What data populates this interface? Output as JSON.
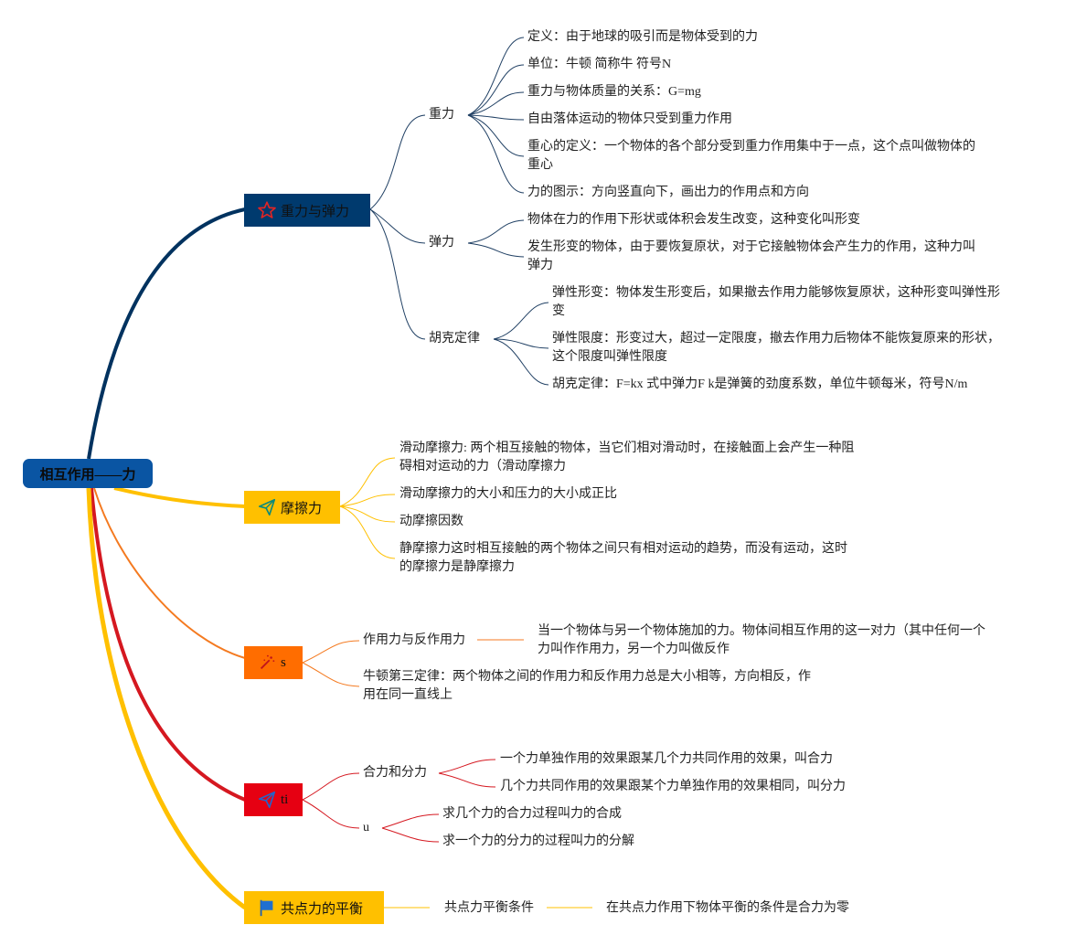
{
  "root": {
    "label": "相互作用——力",
    "color": "#0a55a3"
  },
  "branches": [
    {
      "label": "重力与弹力",
      "icon": "star-icon",
      "color": "#003a6e",
      "line_color": "#00325f",
      "children": [
        {
          "label": "重力",
          "children": [
            "定义：由于地球的吸引而是物体受到的力",
            "单位：牛顿 简称牛 符号N",
            "重力与物体质量的关系：G=mg",
            "自由落体运动的物体只受到重力作用",
            "重心的定义：一个物体的各个部分受到重力作用集中于一点，这个点叫做物体的重心",
            "力的图示：方向竖直向下，画出力的作用点和方向"
          ]
        },
        {
          "label": "弹力",
          "children": [
            "物体在力的作用下形状或体积会发生改变，这种变化叫形变",
            "发生形变的物体，由于要恢复原状，对于它接触物体会产生力的作用，这种力叫弹力"
          ]
        },
        {
          "label": "胡克定律",
          "children": [
            "弹性形变：物体发生形变后，如果撤去作用力能够恢复原状，这种形变叫弹性形变",
            "弹性限度：形变过大，超过一定限度，撤去作用力后物体不能恢复原来的形状，这个限度叫弹性限度",
            "胡克定律：F=kx 式中弹力F k是弹簧的劲度系数，单位牛顿每米，符号N/m"
          ]
        }
      ]
    },
    {
      "label": "摩擦力",
      "icon": "paper-plane-icon",
      "color": "#ffc000",
      "line_color": "#ffc000",
      "children": [
        "滑动摩擦力: 两个相互接触的物体，当它们相对滑动时，在接触面上会产生一种阻碍相对运动的力（滑动摩擦力",
        "滑动摩擦力的大小和压力的大小成正比",
        "动摩擦因数",
        "静摩擦力这时相互接触的两个物体之间只有相对运动的趋势，而没有运动，这时的摩擦力是静摩擦力"
      ]
    },
    {
      "label": "s",
      "icon": "magic-wand-icon",
      "color": "#ff6d00",
      "line_color": "#f47a20",
      "children": [
        {
          "label": "作用力与反作用力",
          "detail": "当一个物体与另一个物体施加的力。物体间相互作用的这一对力（其中任何一个力叫作作用力，另一个力叫做反作"
        },
        {
          "label": "牛顿第三定律：两个物体之间的作用力和反作用力总是大小相等，方向相反，作用在同一直线上"
        }
      ]
    },
    {
      "label": "ti",
      "icon": "paper-plane-icon",
      "color": "#e60012",
      "line_color": "#d51820",
      "children": [
        {
          "label": "合力和分力",
          "children": [
            "一个力单独作用的效果跟某几个力共同作用的效果，叫合力",
            "几个力共同作用的效果跟某个力单独作用的效果相同，叫分力"
          ]
        },
        {
          "label": "u",
          "children": [
            "求几个力的合力过程叫力的合成",
            "求一个力的分力的过程叫力的分解"
          ]
        }
      ]
    },
    {
      "label": "共点力的平衡",
      "icon": "flag-icon",
      "color": "#ffc000",
      "line_color": "#ffc000",
      "children": [
        {
          "label": "共点力平衡条件",
          "detail": "在共点力作用下物体平衡的条件是合力为零"
        }
      ]
    }
  ]
}
